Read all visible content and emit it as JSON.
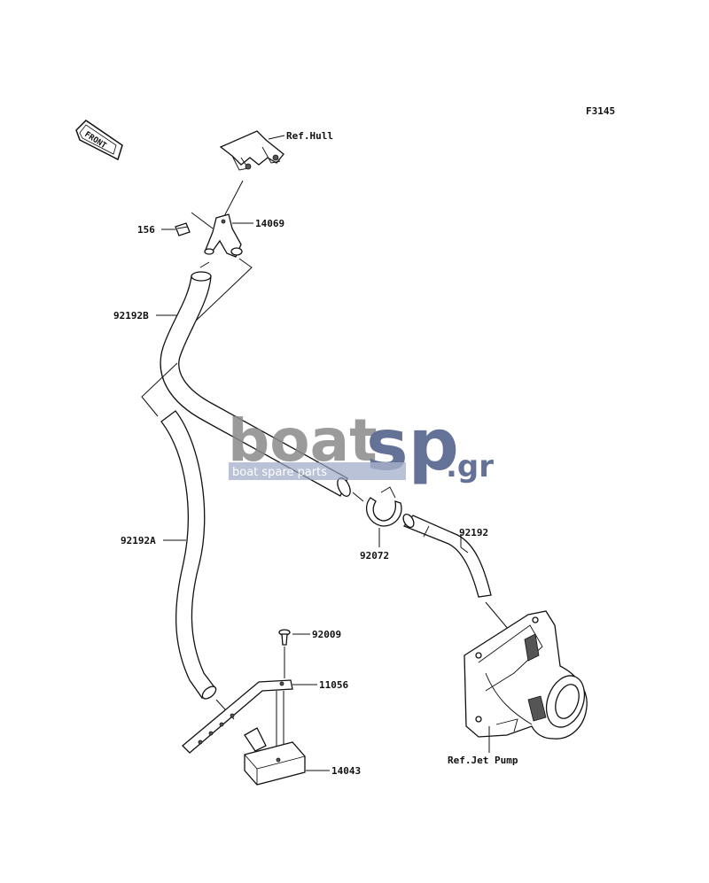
{
  "figure_code": "F3145",
  "front_badge": "FRONT",
  "labels": {
    "ref_hull": "Ref.Hull",
    "p156": "156",
    "p14069": "14069",
    "p92192b": "92192B",
    "p92192a": "92192A",
    "p92072": "92072",
    "p92192": "92192",
    "p92009": "92009",
    "p11056": "11056",
    "p14043": "14043",
    "ref_jet_pump": "Ref.Jet Pump"
  },
  "watermark": {
    "brand_main": "boat",
    "brand_accent": "sp",
    "brand_tld": ".gr",
    "tagline": "boat spare parts",
    "colors": {
      "main": "#8a8a8a",
      "accent": "#4a5a86",
      "band": "#9aa5c4"
    }
  }
}
